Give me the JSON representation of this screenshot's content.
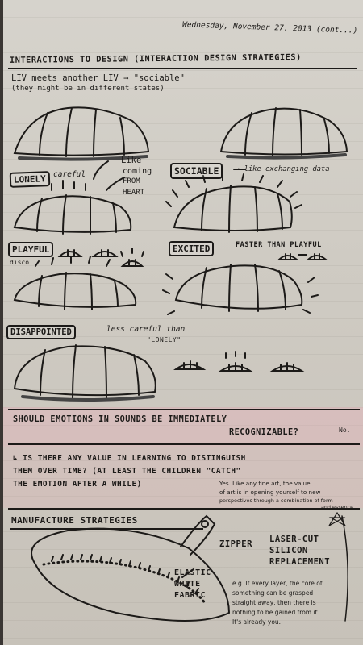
{
  "date": "Wednesday, November 27, 2013 (cont...)",
  "title": "INTERACTIONS TO DESIGN (INTERACTION DESIGN STRATEGIES)",
  "intro": {
    "line1": "LIV meets another LIV → \"sociable\"",
    "line2": "(they might be in different states)"
  },
  "states": {
    "lonely": "LONELY",
    "lonely_note1": "careful",
    "lonely_note2": "Like",
    "lonely_note3": "coming",
    "lonely_note4": "from",
    "lonely_note5": "heart",
    "sociable": "SOCIABLE",
    "sociable_note": "→ like exchanging data",
    "playful": "PLAYFUL",
    "playful_note": "disco",
    "excited": "EXCITED",
    "excited_note": "FASTER THAN PLAYFUL",
    "disappointed": "DISAPPOINTED",
    "disappointed_note1": "less careful than",
    "disappointed_note2": "\"LONELY\""
  },
  "question1": {
    "line1": "SHOULD EMOTIONS IN SOUNDS BE IMMEDIATELY",
    "line2": "RECOGNIZABLE?",
    "answer": "No."
  },
  "question2": {
    "line1": "↳ IS THERE ANY VALUE IN LEARNING TO DISTINGUISH",
    "line2": "THEM OVER TIME? (AT LEAST THE CHILDREN \"CATCH\"",
    "line3": "THE EMOTION AFTER A WHILE)",
    "answer1": "Yes. Like any fine art, the value",
    "answer2": "of art is in opening yourself to new",
    "answer3": "perspectives through a combination of form",
    "answer4": "and essence."
  },
  "manufacture": {
    "heading": "MANUFACTURE STRATEGIES",
    "zipper": "ZIPPER",
    "laser1": "LASER-CUT",
    "laser2": "SILICON",
    "laser3": "REPLACEMENT",
    "elastic1": "ELASTIC",
    "elastic2": "WHITE",
    "elastic3": "FABRIC",
    "note1": "e.g. If every layer, the core of",
    "note2": "something can be grasped",
    "note3": "straight away, then there is",
    "note4": "nothing to be gained from it.",
    "note5": "It's already you."
  }
}
